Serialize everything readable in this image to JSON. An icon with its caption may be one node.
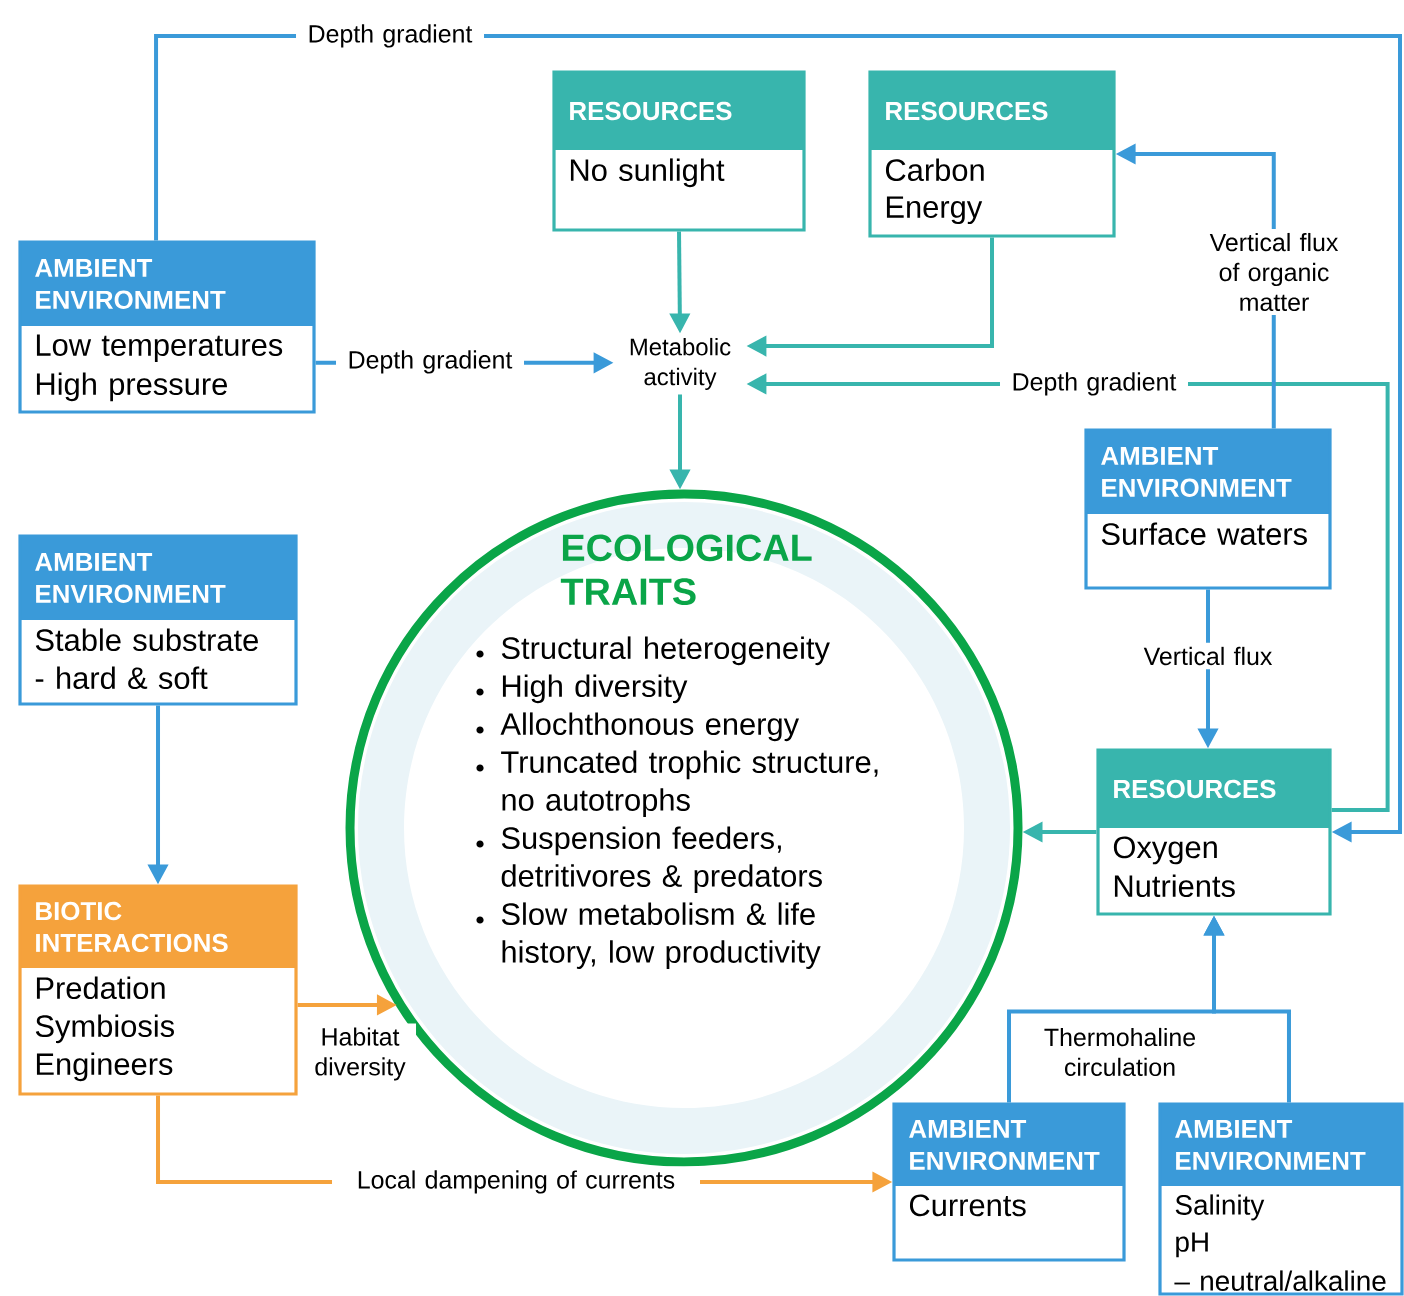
{
  "diagram": {
    "nodes": [
      {
        "text": [
          "AMBIENT ENVIRONMENT",
          "Low temperatures",
          "High pressure"
        ]
      },
      {
        "text": [
          "RESOURCES",
          "No sunlight"
        ]
      },
      {
        "text": [
          "RESOURCES",
          "Carbon",
          "Energy"
        ]
      },
      {
        "text": [
          "Metabolic activity"
        ]
      },
      {
        "text": [
          "AMBIENT ENVIRONMENT",
          "Surface waters"
        ]
      },
      {
        "text": [
          "AMBIENT ENVIRONMENT",
          "Stable substrate",
          "- hard & soft"
        ]
      },
      {
        "text": [
          "ECOLOGICAL TRAITS",
          "Structural heterogeneity",
          "High diversity",
          "Allochthonous energy",
          "Truncated trophic structure, no autotrophs",
          "Suspension feeders, detritivores & predators",
          "Slow metabolism & life history, low productivity"
        ]
      },
      {
        "text": [
          "RESOURCES",
          "Oxygen",
          "Nutrients"
        ]
      },
      {
        "text": [
          "BIOTIC INTERACTIONS",
          "Predation",
          "Symbiosis",
          "Engineers"
        ]
      },
      {
        "text": [
          "AMBIENT ENVIRONMENT",
          "Currents"
        ]
      },
      {
        "text": [
          "AMBIENT ENVIRONMENT",
          "Salinity",
          "pH",
          "– neutral/alkaline"
        ]
      }
    ],
    "edges": [
      {
        "from": 0,
        "to": 3,
        "arrow": "to",
        "label": "Depth gradient"
      },
      {
        "from": 0,
        "to": 7,
        "arrow": "to",
        "label": "Depth gradient"
      },
      {
        "from": 1,
        "to": 3,
        "arrow": "to",
        "color": "#38b5ad"
      },
      {
        "from": 2,
        "to": 3,
        "arrow": "to",
        "color": "#38b5ad"
      },
      {
        "from": 7,
        "to": 3,
        "arrow": "to",
        "label": "Depth gradient",
        "color": "#38b5ad"
      },
      {
        "from": 4,
        "to": 2,
        "arrow": "to",
        "label": "Vertical flux of organic matter"
      },
      {
        "from": 4,
        "to": 7,
        "arrow": "to",
        "label": "Vertical flux"
      },
      {
        "from": 3,
        "to": 6,
        "arrow": "to",
        "color": "#38b5ad"
      },
      {
        "from": 7,
        "to": 6,
        "arrow": "to",
        "color": "#38b5ad"
      },
      {
        "from": 5,
        "to": 8,
        "arrow": "to"
      },
      {
        "from": 8,
        "to": 6,
        "arrow": "to",
        "label": "Habitat diversity",
        "color": "#f5a23c"
      },
      {
        "from": 8,
        "to": 9,
        "arrow": "to",
        "label": "Local dampening of currents",
        "color": "#f5a23c"
      },
      {
        "from": 9,
        "to": 7,
        "arrow": "to",
        "label": "Thermohaline circulation"
      },
      {
        "from": 10,
        "to": 7,
        "arrow": "to"
      }
    ]
  }
}
